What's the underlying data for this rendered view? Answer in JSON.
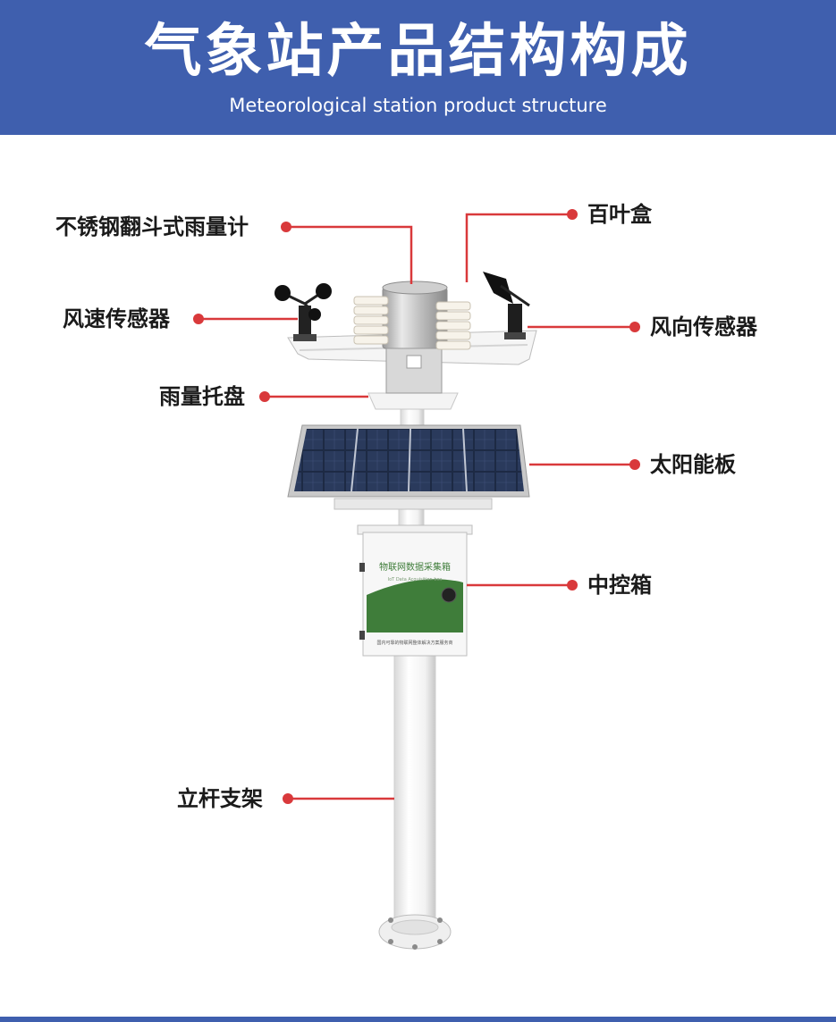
{
  "header": {
    "title": "气象站产品结构构成",
    "subtitle": "Meteorological station product structure"
  },
  "enclosure": {
    "title": "物联网数据采集箱",
    "subtitle": "IoT Data Acquisition box",
    "footer": "国内可靠的物联网整体解决方案服务商"
  },
  "callouts": {
    "rain_gauge": "不锈钢翻斗式雨量计",
    "louver_box": "百叶盒",
    "wind_speed": "风速传感器",
    "wind_direction": "风向传感器",
    "rain_tray": "雨量托盘",
    "solar_panel": "太阳能板",
    "control_box": "中控箱",
    "pole": "立杆支架"
  },
  "colors": {
    "header_bg": "#3f5fae",
    "callout": "#d9393b",
    "box_green": "#3f7d3a"
  }
}
